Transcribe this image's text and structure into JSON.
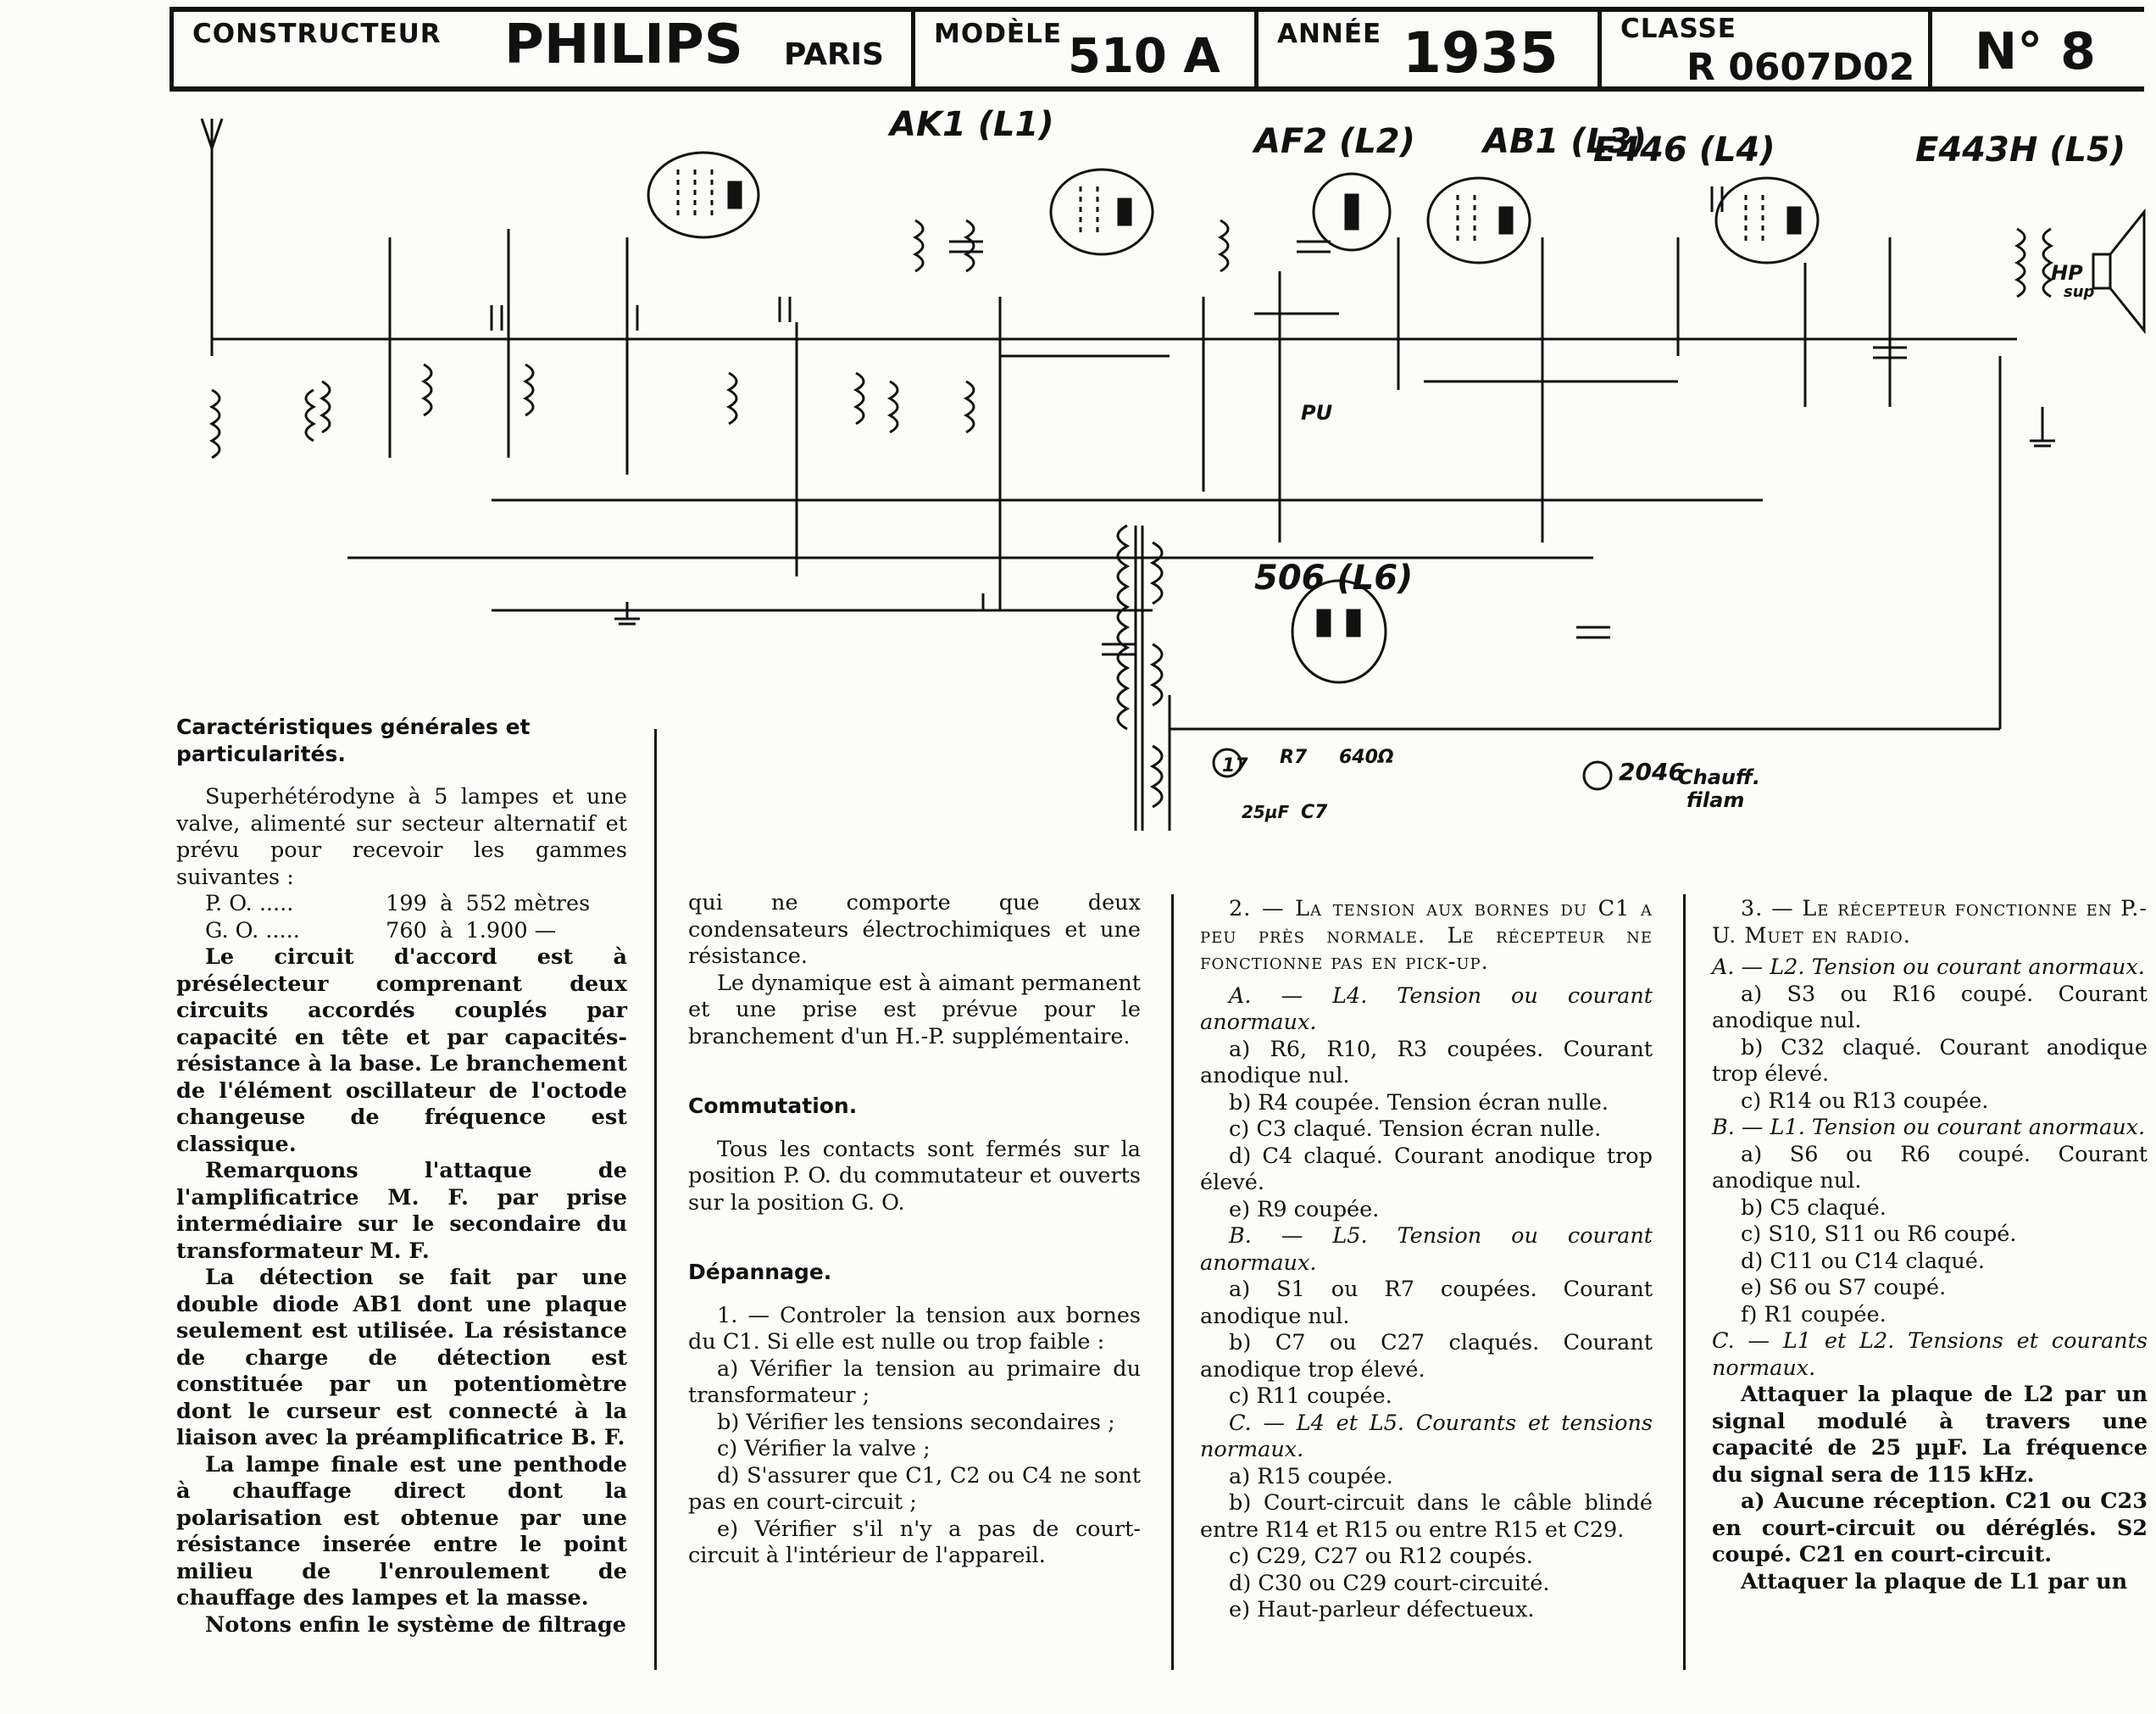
{
  "header": {
    "constructeur_label": "CONSTRUCTEUR",
    "constructeur_value": "PHILIPS",
    "constructeur_city": "PARIS",
    "modele_label": "MODÈLE",
    "modele_value": "510 A",
    "annee_label": "ANNÉE",
    "annee_value": "1935",
    "classe_label": "CLASSE",
    "classe_value": "R 0607D02",
    "numero": "N° 8"
  },
  "schematic": {
    "tubes": [
      "AK1 (L1)",
      "AF2 (L2)",
      "AB1 (L3)",
      "E446 (L4)",
      "E443H (L5)",
      "506 (L6)"
    ],
    "labels": {
      "chauff": "Chauff.",
      "filam": "filam",
      "pu": "PU",
      "hp": "HP",
      "sup": "sup",
      "v2046": "2046",
      "v17": "17",
      "r7": "R7",
      "r7val": "640Ω",
      "c7val": "25µF",
      "c7": "C7"
    }
  },
  "col1": {
    "heading": "Caractéristiques générales et particularités.",
    "p1": "Superhétérodyne à 5 lampes et une valve, alimenté sur secteur alternatif et prévu pour recevoir les gammes suivantes :",
    "ranges": [
      {
        "band": "P. O. .....",
        "from": "199",
        "sep": "à",
        "to": "552 mètres"
      },
      {
        "band": "G. O. .....",
        "from": "760",
        "sep": "à",
        "to": "1.900    —"
      }
    ],
    "p2": "Le circuit d'accord est à présélecteur comprenant deux circuits accordés couplés par capacité en tête et par capacités-résistance à la base. Le branchement de l'élément oscillateur de l'octode changeuse de fréquence est classique.",
    "p3": "Remarquons l'attaque de l'amplificatrice M. F. par prise intermédiaire sur le secondaire du transformateur M. F.",
    "p4": "La détection se fait par une double diode AB1 dont une plaque seulement est utilisée. La résistance de charge de détection est constituée par un potentiomètre dont le curseur est connecté à la liaison avec la préamplificatrice B. F.",
    "p5": "La lampe finale est une penthode à chauffage direct dont la polarisation est obtenue par une résistance inserée entre le point milieu de l'enroulement de chauffage des lampes et la masse.",
    "p6": "Notons enfin le système de filtrage"
  },
  "col2": {
    "p1": "qui ne comporte que deux condensateurs électrochimiques et une résistance.",
    "p2": "Le dynamique est à aimant permanent et une prise est prévue pour le branchement d'un H.-P. supplémentaire.",
    "h_comm": "Commutation.",
    "p3": "Tous les contacts sont fermés sur la position P. O. du commutateur et ouverts sur la position G. O.",
    "h_dep": "Dépannage.",
    "p4": "1. — Controler la tension aux bornes du C1. Si elle est nulle ou trop faible :",
    "items": [
      "a) Vérifier la tension au primaire du transformateur ;",
      "b) Vérifier les tensions secondaires ;",
      "c) Vérifier la valve ;",
      "d) S'assurer que C1, C2 ou C4 ne sont pas en court-circuit ;",
      "e) Vérifier s'il n'y a pas de court-circuit à l'intérieur de l'appareil."
    ]
  },
  "col3": {
    "p1": "2. — La tension aux bornes du C1 a peu près normale. Le récepteur ne fonctionne pas en pick-up.",
    "a_head": "A. — L4. Tension ou courant anormaux.",
    "a_items": [
      "a) R6, R10, R3 coupées. Courant anodique nul.",
      "b) R4 coupée. Tension écran nulle.",
      "c) C3 claqué. Tension écran nulle.",
      "d) C4 claqué. Courant anodique trop élevé.",
      "e) R9 coupée."
    ],
    "b_head": "B. — L5. Tension ou courant anormaux.",
    "b_items": [
      "a) S1 ou R7 coupées. Courant anodique nul.",
      "b) C7 ou C27 claqués. Courant anodique trop élevé.",
      "c) R11 coupée."
    ],
    "c_head": "C. — L4 et L5. Courants et tensions normaux.",
    "c_items": [
      "a) R15 coupée.",
      "b) Court-circuit dans le câble blindé entre R14 et R15 ou entre R15 et C29.",
      "c) C29, C27 ou R12 coupés.",
      "d) C30 ou C29 court-circuité.",
      "e) Haut-parleur défectueux."
    ]
  },
  "col4": {
    "p1": "3. — Le récepteur fonctionne en P.-U. Muet en radio.",
    "a_head": "A. — L2. Tension ou courant anormaux.",
    "a_items": [
      "a) S3 ou R16 coupé. Courant anodique nul.",
      "b) C32 claqué. Courant anodique trop élevé.",
      "c) R14 ou R13 coupée."
    ],
    "b_head": "B. — L1. Tension ou courant anormaux.",
    "b_items": [
      "a) S6 ou R6 coupé. Courant anodique nul.",
      "b) C5 claqué.",
      "c) S10, S11 ou R6 coupé.",
      "d) C11 ou C14 claqué.",
      "e) S6 ou S7 coupé.",
      "f) R1 coupée."
    ],
    "c_head": "C. — L1 et L2. Tensions et courants normaux.",
    "p2": "Attaquer la plaque de L2 par un signal modulé à travers une capacité de 25 µµF. La fréquence du signal sera de 115 kHz.",
    "p3": "a) Aucune réception. C21 ou C23 en court-circuit ou déréglés. S2 coupé. C21 en court-circuit.",
    "p4": "Attaquer la plaque de L1 par un"
  }
}
